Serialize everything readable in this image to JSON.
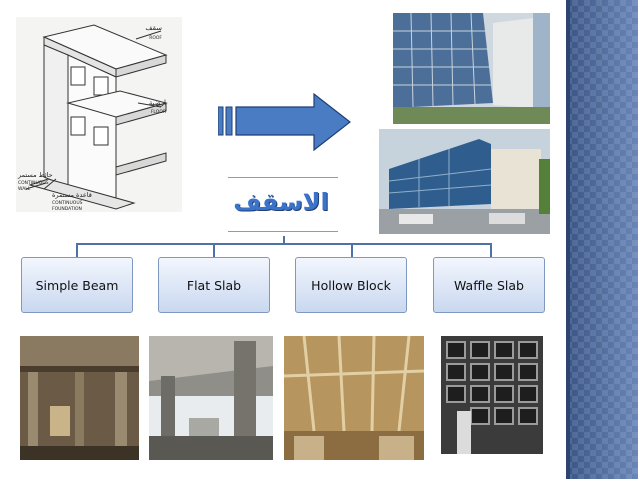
{
  "title": "الاسقف",
  "sketch_labels": {
    "roof_ar": "سقف",
    "roof_en": "ROOF",
    "floor_ar": "ارضية",
    "floor_en": "FLOOR",
    "wall_ar": "حائط مستمر",
    "wall_en1": "CONTINUOUS",
    "wall_en2": "WALL",
    "foundation_ar": "قاعدة مستمرة",
    "foundation_en1": "CONTINUOUS",
    "foundation_en2": "FOUNDATION"
  },
  "slab_types": [
    {
      "label": "Simple Beam"
    },
    {
      "label": "Flat Slab"
    },
    {
      "label": "Hollow Block"
    },
    {
      "label": "Waffle Slab"
    }
  ],
  "colors": {
    "accent": "#3a73c9",
    "box_border": "#7f98c0",
    "connector": "#4e72a8",
    "arrow": "#4a7cc4",
    "sidebar": "#4a6596"
  }
}
